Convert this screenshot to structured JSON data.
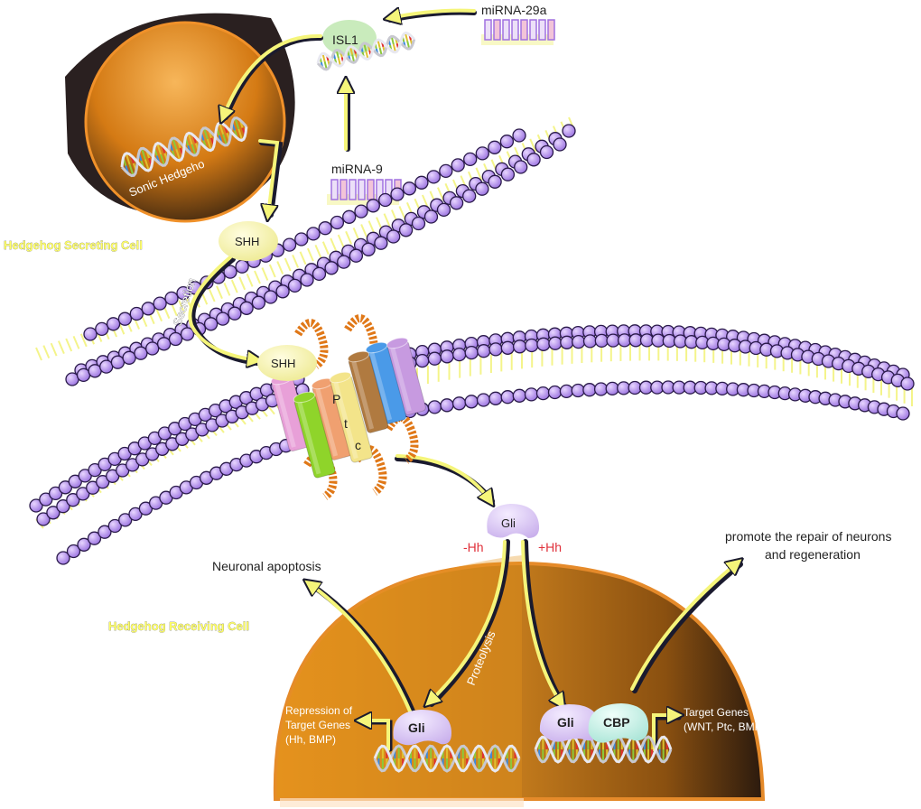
{
  "diagram": {
    "title": "Hedgehog signaling pathway with miRNA regulation",
    "cells": {
      "secreting": "Hedgehog Secreting Cell",
      "receiving": "Hedgehog Receiving Cell"
    },
    "nucleus_top": {
      "gene_label": "Sonic Hedgeho"
    },
    "regulators": {
      "isl1": "ISL1",
      "mirna_29a": "miRNA-29a",
      "mirna_9": "miRNA-9"
    },
    "ligand": {
      "shh_free": "SHH",
      "shh_bound": "SHH",
      "secretion_label": "Secretion"
    },
    "receptor": {
      "letters": [
        "P",
        "t",
        "c"
      ],
      "helix_colors": [
        "#e8a0d8",
        "#8fd42a",
        "#f0a070",
        "#f3e48a",
        "#b07a40",
        "#4a9ae8",
        "#c79ae0"
      ]
    },
    "gli": {
      "cytoplasm": "Gli",
      "minus_hh": "-Hh",
      "plus_hh": "+Hh",
      "proteolysis": "Proteolysis",
      "repressor": "Gli",
      "activator": "Gli",
      "coactivator": "CBP"
    },
    "outcomes": {
      "apoptosis": "Neuronal apoptosis",
      "repair_line1": "promote the repair of neurons",
      "repair_line2": "and regeneration",
      "repression_line1": "Repression of",
      "repression_line2": "Target Genes",
      "repression_line3": "(Hh, BMP)",
      "activation_line1": "Target Genes",
      "activation_line2": "(WNT, Ptc, BMP)"
    },
    "colors": {
      "arrow": "#f5f57a",
      "arrow_shadow": "#1a1a2e",
      "nucleus": "#d9821e",
      "lipid_head": "#b08ae8",
      "lipid_tail": "#f4f48a",
      "gli": "#d9c6f0",
      "cbp": "#c8f0e8",
      "shh": "#f3f0a0",
      "isl1": "#bfe8b0",
      "label_red": "#e0303a"
    }
  }
}
